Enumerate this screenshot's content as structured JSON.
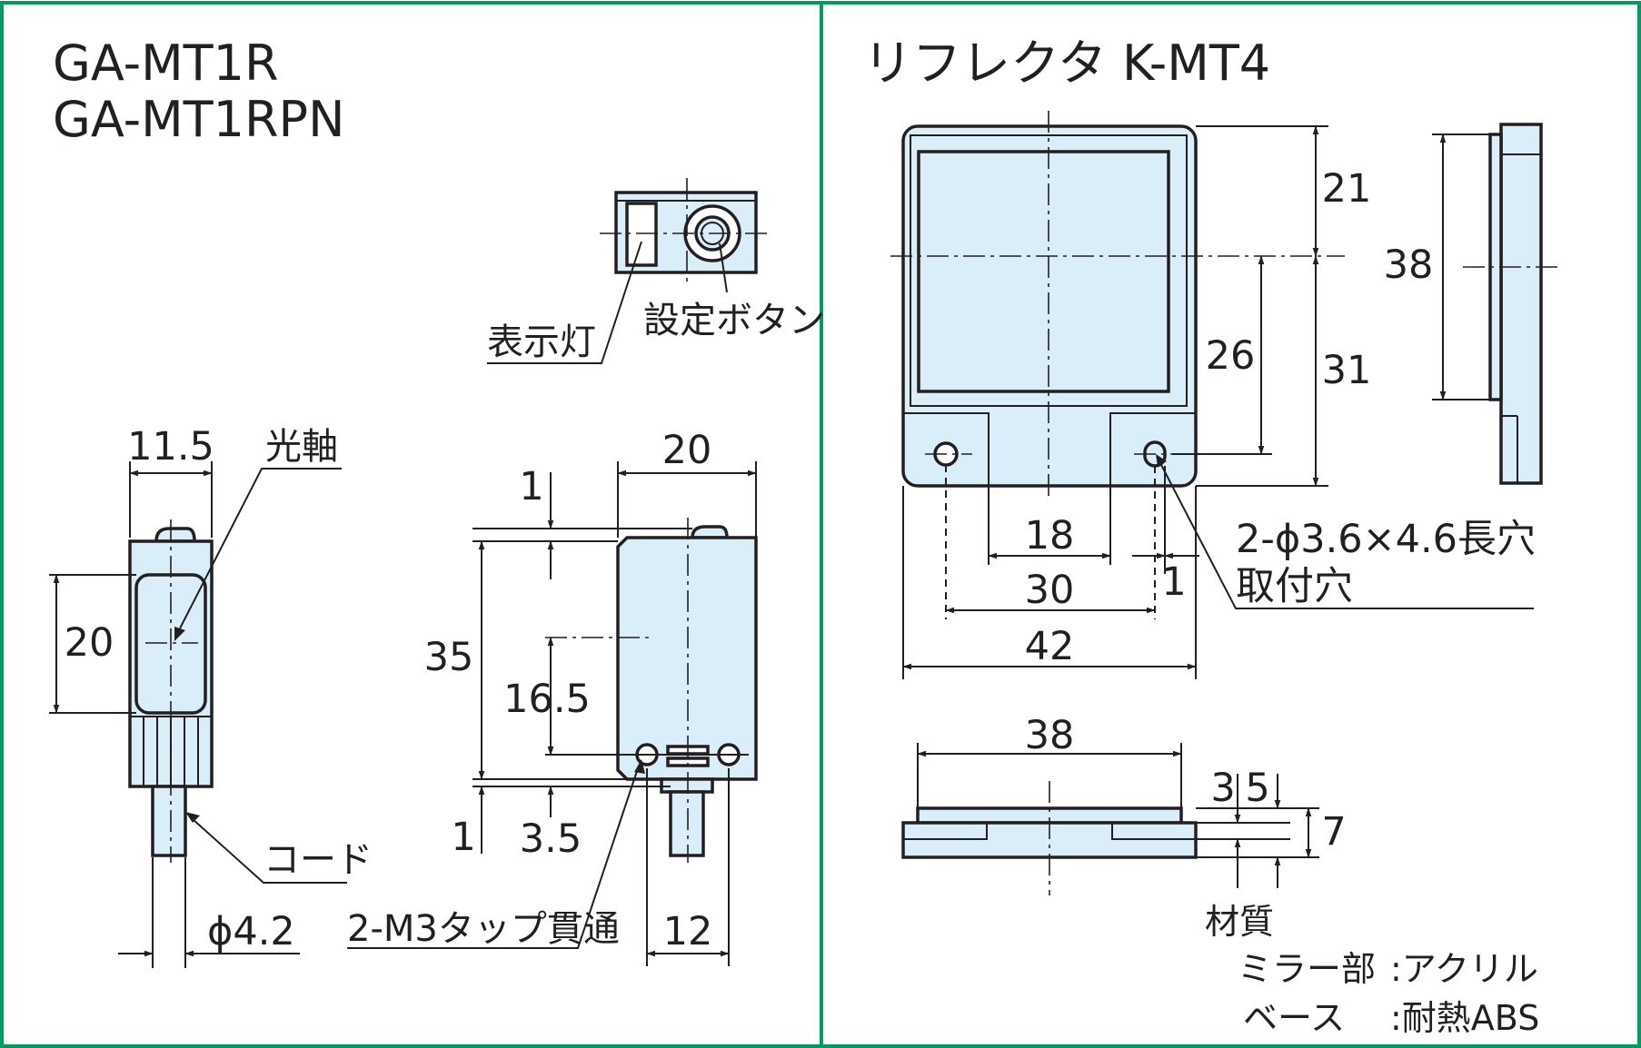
{
  "left_panel": {
    "model_1": "GA-MT1R",
    "model_2": "GA-MT1RPN",
    "labels": {
      "indicator": "表示灯",
      "set_button": "設定ボタン",
      "optical_axis": "光軸",
      "cord": "コード",
      "tap": "2-M3タップ貫通"
    },
    "dims": {
      "width_side": "11.5",
      "height_lens": "20",
      "width_front": "20",
      "top_gap": "1",
      "height_total": "35",
      "axis_height": "16.5",
      "bottom_gap": "1",
      "hole_height": "3.5",
      "cord_dia": "ϕ4.2",
      "hole_pitch": "12"
    }
  },
  "right_panel": {
    "title": "リフレクタ K-MT4",
    "dims": {
      "upper": "21",
      "total_height": "38",
      "hole_v": "26",
      "lower": "31",
      "inner": "18",
      "hole_pitch": "30",
      "slot_offset": "1",
      "total_width": "42",
      "mirror_width": "38",
      "thick_1": "3",
      "thick_2": "5",
      "thick_total": "7"
    },
    "hole_note_1": "2-ϕ3.6×4.6長穴",
    "hole_note_2": "取付穴",
    "material": {
      "heading": "材質",
      "mirror_label": "ミラー部",
      "mirror_value": ":アクリル",
      "base_label": "ベース",
      "base_value": ":耐熱ABS"
    }
  },
  "colors": {
    "part_fill": "#d9eef8",
    "frame": "#009a63",
    "line": "#231f20"
  }
}
